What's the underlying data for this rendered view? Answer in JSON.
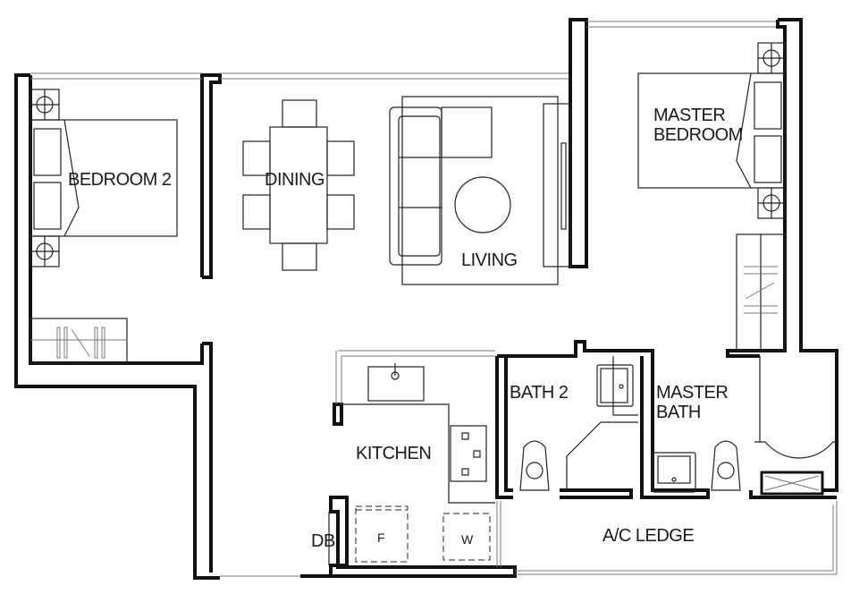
{
  "plan": {
    "rooms": [
      {
        "id": "bedroom2",
        "label": "BEDROOM 2"
      },
      {
        "id": "dining",
        "label": "DINING"
      },
      {
        "id": "living",
        "label": "LIVING"
      },
      {
        "id": "master_bedroom",
        "label": "MASTER\nBEDROOM"
      },
      {
        "id": "bath2",
        "label": "BATH 2"
      },
      {
        "id": "master_bath",
        "label": "MASTER\nBATH"
      },
      {
        "id": "kitchen",
        "label": "KITCHEN"
      },
      {
        "id": "db",
        "label": "DB"
      },
      {
        "id": "ac_ledge",
        "label": "A/C LEDGE"
      }
    ],
    "appliances": {
      "fridge": "F",
      "washer": "W"
    }
  }
}
